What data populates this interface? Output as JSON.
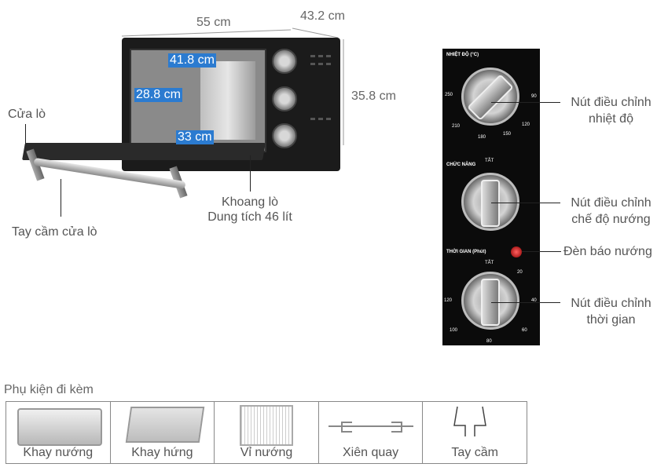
{
  "dimensions": {
    "width": "55 cm",
    "depth": "43.2 cm",
    "height": "35.8 cm",
    "inner_width": "41.8 cm",
    "inner_height": "28.8 cm",
    "inner_depth": "33 cm"
  },
  "oven_labels": {
    "door": "Cửa lò",
    "handle": "Tay cầm cửa lò",
    "cavity_line1": "Khoang lò",
    "cavity_line2": "Dung tích 46 lít"
  },
  "panel": {
    "temp_title": "NHIỆT ĐỘ (°C)",
    "mode_title": "CHỨC NĂNG",
    "timer_title": "THỜI GIAN (Phút)",
    "off": "TẮT",
    "temp_ticks": [
      "250",
      "90",
      "210",
      "120",
      "180",
      "150"
    ],
    "timer_ticks": [
      "20",
      "40",
      "120",
      "60",
      "100",
      "80"
    ]
  },
  "panel_labels": {
    "temp_line1": "Nút điều chỉnh",
    "temp_line2": "nhiệt độ",
    "mode_line1": "Nút điều chỉnh",
    "mode_line2": "chế độ nướng",
    "lamp": "Đèn báo nướng",
    "timer_line1": "Nút điều chỉnh",
    "timer_line2": "thời gian"
  },
  "accessories": {
    "title": "Phụ kiện đi kèm",
    "items": [
      "Khay nướng",
      "Khay hứng",
      "Vỉ nướng",
      "Xiên quay",
      "Tay cầm"
    ]
  },
  "colors": {
    "dimension_box": "#2b7bd0",
    "panel": "#0b0b0b",
    "lamp": "#cc2222"
  }
}
